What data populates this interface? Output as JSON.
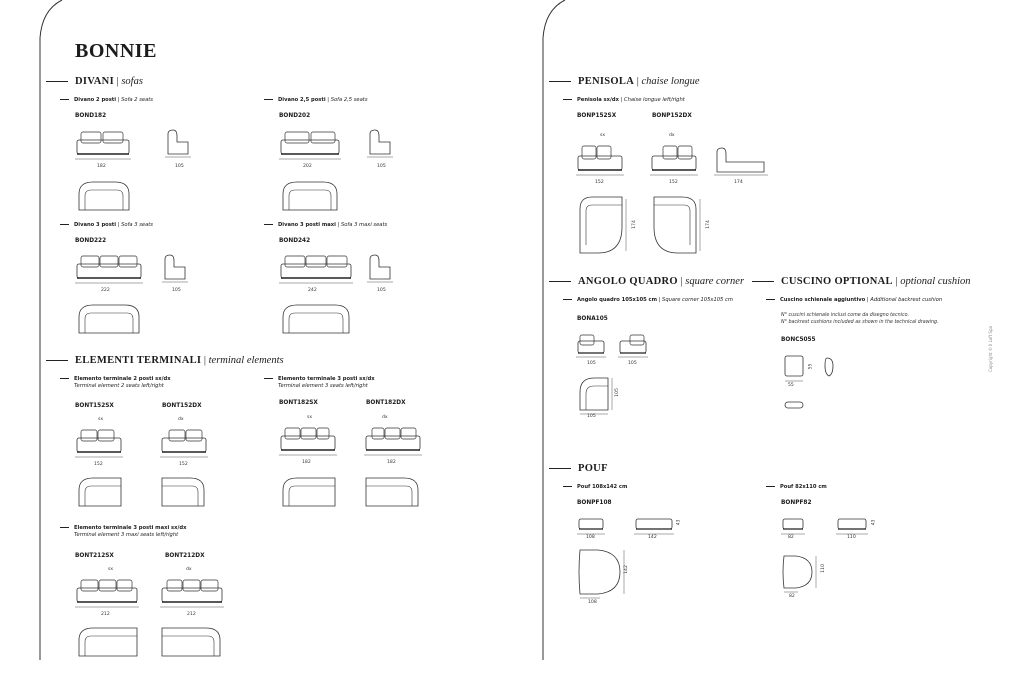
{
  "title": "BONNIE",
  "sections": {
    "divani": {
      "it": "DIVANI",
      "en": "sofas"
    },
    "terminali": {
      "it": "ELEMENTI TERMINALI",
      "en": "terminal elements"
    },
    "penisola": {
      "it": "PENISOLA",
      "en": "chaise longue"
    },
    "angolo": {
      "it": "ANGOLO QUADRO",
      "en": "square corner"
    },
    "cuscino": {
      "it": "CUSCINO OPTIONAL",
      "en": "optional cushion"
    },
    "pouf": {
      "it": "POUF",
      "en": ""
    }
  },
  "subs": {
    "d2": {
      "it": "Divano 2 posti",
      "en": "Sofa 2 seats"
    },
    "d25": {
      "it": "Divano 2,5 posti",
      "en": "Sofa 2,5 seats"
    },
    "d3": {
      "it": "Divano 3 posti",
      "en": "Sofa 3 seats"
    },
    "d3m": {
      "it": "Divano 3 posti maxi",
      "en": "Sofa 3 maxi seats"
    },
    "t2": {
      "it": "Elemento terminale 2 posti sx/dx",
      "en": "Terminal element 2 seats left/right"
    },
    "t3": {
      "it": "Elemento terminale 3 posti sx/dx",
      "en": "Terminal element 3 seats left/right"
    },
    "t3m": {
      "it": "Elemento terminale 3 posti maxi sx/dx",
      "en": "Terminal element 3 maxi seats left/right"
    },
    "pen": {
      "it": "Penisola sx/dx",
      "en": "Chaise longue left/right"
    },
    "ang": {
      "it": "Angolo quadro 105x105 cm",
      "en": "Square corner 105x105 cm"
    },
    "cus": {
      "it": "Cuscino schienale aggiuntivo",
      "en": "Additional backrest cushion"
    },
    "p1": {
      "it": "Pouf 108x142 cm",
      "en": ""
    },
    "p2": {
      "it": "Pouf 82x110 cm",
      "en": ""
    }
  },
  "codes": {
    "bond182": "BOND182",
    "bond202": "BOND202",
    "bond222": "BOND222",
    "bond242": "BOND242",
    "bont152sx": "BONT152SX",
    "bont152dx": "BONT152DX",
    "bont182sx": "BONT182SX",
    "bont182dx": "BONT182DX",
    "bont212sx": "BONT212SX",
    "bont212dx": "BONT212DX",
    "bonp152sx": "BONP152SX",
    "bonp152dx": "BONP152DX",
    "bona105": "BONA105",
    "bonc5055": "BONC5055",
    "bonpf108": "BONPF108",
    "bonpf82": "BONPF82"
  },
  "dims": {
    "d182": "182",
    "d105": "105",
    "d202": "202",
    "d222": "222",
    "d242": "242",
    "d152": "152",
    "d212": "212",
    "d174": "174",
    "d55": "55",
    "d108": "108",
    "d142": "142",
    "d43": "43",
    "d82": "82",
    "d110": "110"
  },
  "sides": {
    "sx": "sx",
    "dx": "dx"
  },
  "cushion_note": {
    "it": "N° cuscini schienale inclusi come da disegno tecnico.",
    "en": "N° backrest cushions included as shown in the technical drawing."
  },
  "copyright": "Copyright © Il Loft Spa"
}
